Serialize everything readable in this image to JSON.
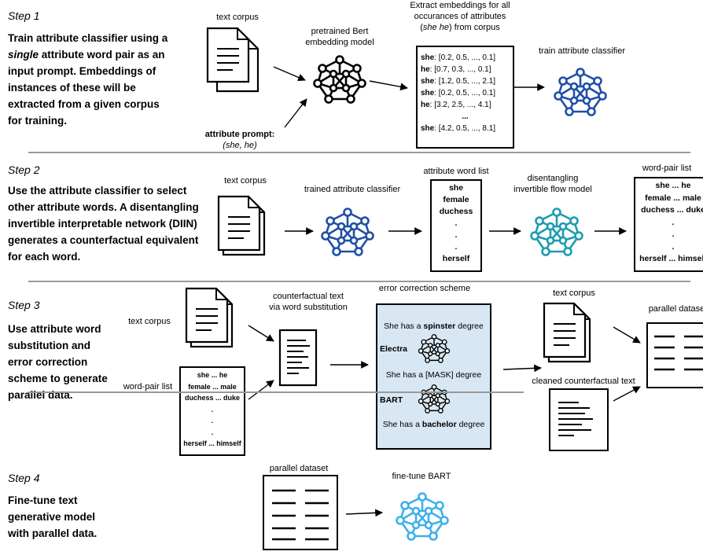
{
  "colors": {
    "net_black": "#000000",
    "net_blue": "#1f4fa6",
    "net_teal": "#1b9cb0",
    "net_sky": "#3fb0ea",
    "scheme_bg": "#d7e7f3"
  },
  "step1": {
    "title": "Step 1",
    "desc_pre": "Train attribute classifier using a ",
    "desc_em": "single",
    "desc_post": " attribute word pair as an input prompt. Embeddings of instances of these will be extracted from a given corpus for training.",
    "text_corpus": "text corpus",
    "prompt_label": "attribute prompt:",
    "prompt_value": "(she, he)",
    "bert_label": "pretrained Bert embedding model",
    "extract_pre": "Extract embeddings for all occurances of attributes (",
    "extract_em": "she he",
    "extract_post": ") from corpus",
    "embeddings": [
      {
        "word": "she",
        "vec": ": [0.2, 0.5, ..., 0.1]"
      },
      {
        "word": "he",
        "vec": ": [0.7, 0.3, ..., 0.1]"
      },
      {
        "word": "she",
        "vec": ": [1.2, 0.5, ..., 2.1]"
      },
      {
        "word": "she",
        "vec": ": [0.2, 0.5, ..., 0.1]"
      },
      {
        "word": "he",
        "vec": ": [3.2, 2.5, ..., 4.1]"
      },
      {
        "word": "...",
        "vec": ""
      },
      {
        "word": "she",
        "vec": ": [4.2, 0.5, ..., 8.1]"
      }
    ],
    "classifier_label": "train attribute classifier"
  },
  "step2": {
    "title": "Step 2",
    "desc": "Use the attribute classifier to select other attribute words. A disentangling invertible interpretable network (DIIN) generates a counterfactual equivalent for each word.",
    "text_corpus": "text corpus",
    "trained_label": "trained attribute classifier",
    "word_list_label": "attribute word list",
    "word_list": [
      "she",
      "female",
      "duchess",
      ".",
      ".",
      ".",
      "herself"
    ],
    "flow_label": "disentangling invertible flow model",
    "pair_list_label": "word-pair list",
    "pair_list": [
      "she ... he",
      "female ... male",
      "duchess ... duke",
      ".",
      ".",
      ".",
      "herself ... himself"
    ]
  },
  "step3": {
    "title": "Step 3",
    "desc": "Use attribute word substitution and error correction scheme to generate parallel data.",
    "text_corpus": "text corpus",
    "pair_list_label": "word-pair list",
    "pair_list": [
      "she ... he",
      "female ... male",
      "duchess ... duke",
      ".",
      ".",
      ".",
      "herself ... himself"
    ],
    "cf_label": "counterfactual text via word substitution",
    "scheme_label": "error correction scheme",
    "s1_pre": "She has a ",
    "s1_bold": "spinster",
    "s1_post": " degree",
    "electra": "Electra",
    "s2": "She has a [MASK] degree",
    "bart": "BART",
    "s3_pre": "She has a ",
    "s3_bold": "bachelor",
    "s3_post": " degree",
    "text_corpus2": "text corpus",
    "cleaned_label": "cleaned counterfactual text",
    "parallel_label": "parallel dataset"
  },
  "step4": {
    "title": "Step 4",
    "desc": "Fine-tune text generative model with parallel data.",
    "parallel_label": "parallel dataset",
    "finetune_label": "fine-tune BART"
  }
}
